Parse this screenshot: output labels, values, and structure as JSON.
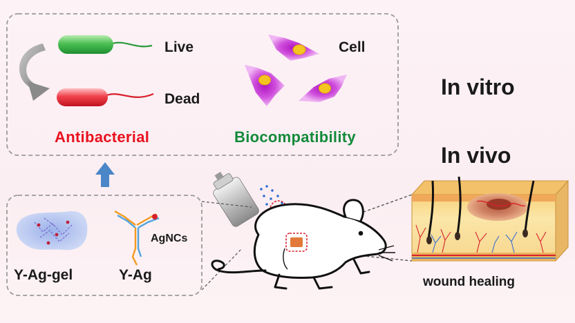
{
  "in_vitro_panel": {
    "live_label": "Live",
    "dead_label": "Dead",
    "cell_label": "Cell",
    "antibacterial_label": "Antibacterial",
    "biocompatibility_label": "Biocompatibility"
  },
  "materials_panel": {
    "gel_label": "Y-Ag-gel",
    "yag_label": "Y-Ag",
    "agncs_label": "AgNCs"
  },
  "side_labels": {
    "in_vitro": "In vitro",
    "in_vivo": "In vivo",
    "wound_healing": "wound healing"
  },
  "colors": {
    "antibacterial": "#e8111f",
    "biocompatibility": "#138a3a",
    "live_bacterium": "#3cb54a",
    "dead_bacterium": "#e8303a",
    "cell": "#c63fd0",
    "arrow_up": "#4a86c8"
  }
}
